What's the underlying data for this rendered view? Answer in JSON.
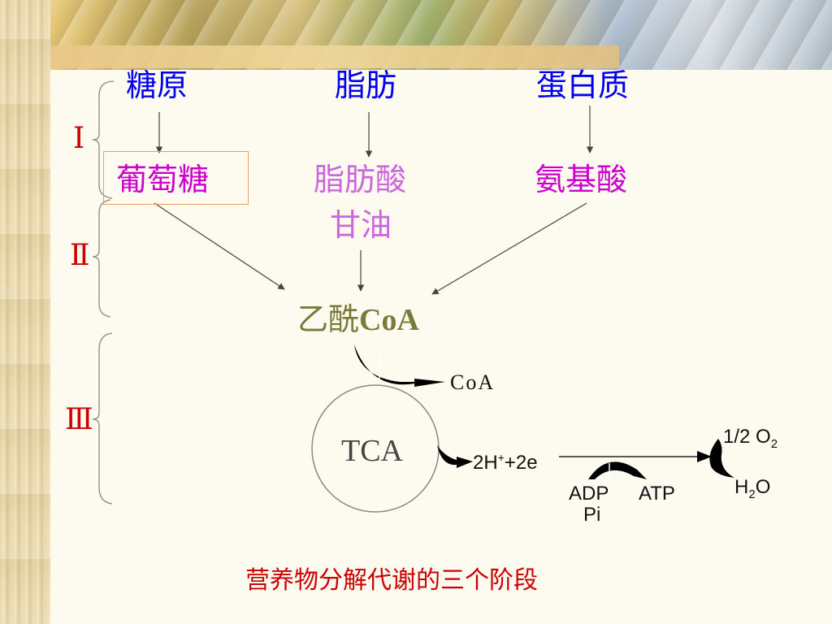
{
  "row1": {
    "glycogen": "糖原",
    "fat": "脂肪",
    "protein": "蛋白质"
  },
  "row2": {
    "glucose": "葡萄糖",
    "fatty_acid": "脂肪酸",
    "glycerol": "甘油",
    "amino_acid": "氨基酸"
  },
  "stages": {
    "one": "Ⅰ",
    "two": "Ⅱ",
    "three": "Ⅲ"
  },
  "acetyl": {
    "prefix": "乙酰",
    "suffix": "CoA"
  },
  "tca": {
    "label": "TCA",
    "coa_out": "CoA"
  },
  "electron": {
    "h": "2H",
    "sup": "+",
    "rest": "+2e"
  },
  "oxygen": {
    "prefix": "1/2 O",
    "sub": "2"
  },
  "water": {
    "h": "H",
    "sub": "2",
    "o": "O"
  },
  "atp": {
    "adp": "ADP",
    "pi": "Pi",
    "atp": "ATP"
  },
  "caption": "营养物分解代谢的三个阶段",
  "colors": {
    "blue": "#0000ee",
    "magenta": "#cc00cc",
    "pink": "#cc66dd",
    "red": "#cc0000",
    "olive": "#7a7a3a"
  }
}
